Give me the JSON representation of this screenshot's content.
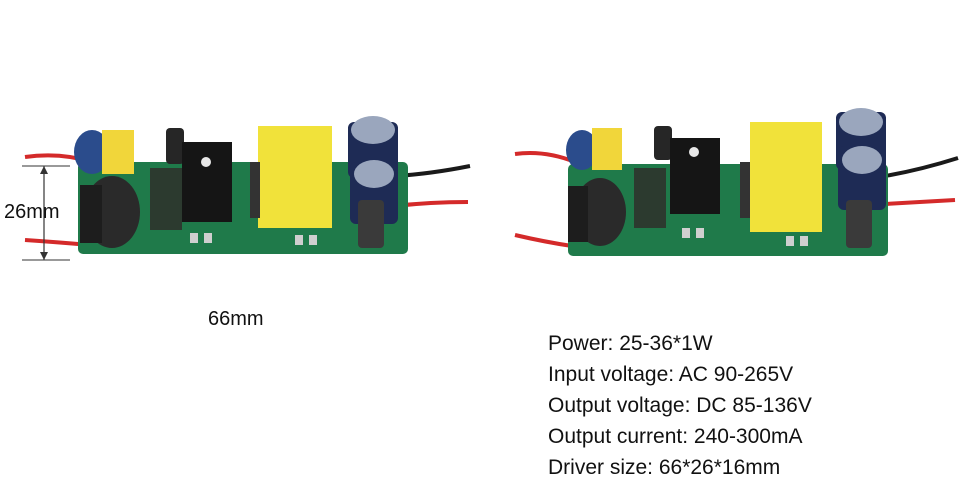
{
  "dimensions": {
    "height_label": "26mm",
    "width_label": "66mm"
  },
  "specs": [
    "Power: 25-36*1W",
    "Input voltage: AC 90-265V",
    "Output voltage: DC 85-136V",
    "Output current: 240-300mA",
    "Driver size: 66*26*16mm"
  ],
  "colors": {
    "pcb_green": "#1f7a4a",
    "transformer_yellow": "#f1e23a",
    "wire_red": "#d42a2a",
    "wire_black": "#1a1a1a",
    "capacitor_blue": "#2b4c8c"
  }
}
